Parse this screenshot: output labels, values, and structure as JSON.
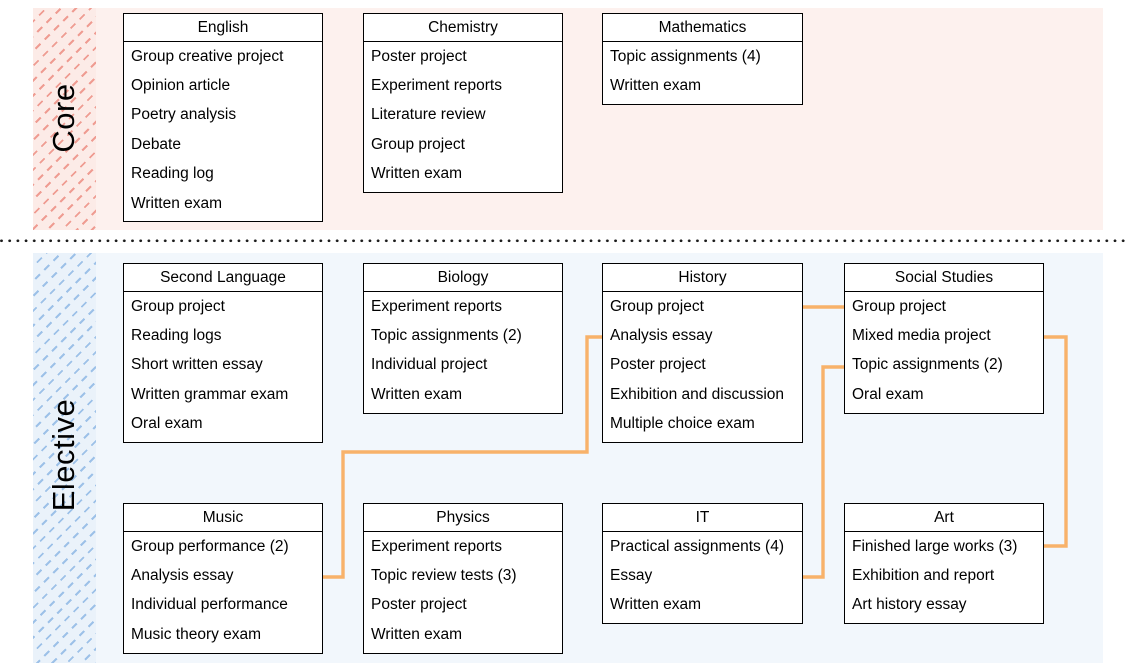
{
  "sections": [
    {
      "label": "Core",
      "boxes": [
        {
          "title": "English",
          "items": [
            "Group creative project",
            "Opinion article",
            "Poetry analysis",
            "Debate",
            "Reading log",
            "Written exam"
          ]
        },
        {
          "title": "Chemistry",
          "items": [
            "Poster project",
            "Experiment reports",
            "Literature review",
            "Group project",
            "Written exam"
          ]
        },
        {
          "title": "Mathematics",
          "items": [
            "Topic assignments (4)",
            "Written exam"
          ]
        }
      ]
    },
    {
      "label": "Elective",
      "boxes": [
        {
          "title": "Second Language",
          "items": [
            "Group project",
            "Reading logs",
            "Short written essay",
            "Written grammar exam",
            "Oral exam"
          ]
        },
        {
          "title": "Biology",
          "items": [
            "Experiment reports",
            "Topic assignments (2)",
            "Individual project",
            "Written exam"
          ]
        },
        {
          "title": "History",
          "items": [
            "Group project",
            "Analysis essay",
            "Poster project",
            "Exhibition and discussion",
            "Multiple choice exam"
          ]
        },
        {
          "title": "Social Studies",
          "items": [
            "Group project",
            "Mixed media project",
            "Topic assignments (2)",
            "Oral exam"
          ]
        },
        {
          "title": "Music",
          "items": [
            "Group performance (2)",
            "Analysis essay",
            "Individual performance",
            "Music theory exam"
          ]
        },
        {
          "title": "Physics",
          "items": [
            "Experiment reports",
            "Topic review tests (3)",
            "Poster project",
            "Written exam"
          ]
        },
        {
          "title": "IT",
          "items": [
            "Practical assignments (4)",
            "Essay",
            "Written exam"
          ]
        },
        {
          "title": "Art",
          "items": [
            "Finished large works (3)",
            "Exhibition and report",
            "Art history essay"
          ]
        }
      ]
    }
  ],
  "edges": [
    {
      "from": "History / Group project",
      "to": "Social Studies / Group project"
    },
    {
      "from": "Music / Analysis essay",
      "to": "History / Analysis essay"
    },
    {
      "from": "Social Studies / Topic assignments (2)",
      "to": "IT / Essay"
    },
    {
      "from": "Social Studies / Mixed media project",
      "to": "Art / Finished large works (3)"
    }
  ],
  "colors": {
    "core_band": "#fdf1ee",
    "core_strip": "#fcebe7",
    "core_hatch": "#ef9c92",
    "elective_band": "#f2f7fc",
    "elective_strip": "#eaf2fa",
    "elective_hatch": "#9dc1e8",
    "connector": "#f8b26a",
    "box_border": "#000000",
    "separator_dot": "#1c1c1c"
  }
}
